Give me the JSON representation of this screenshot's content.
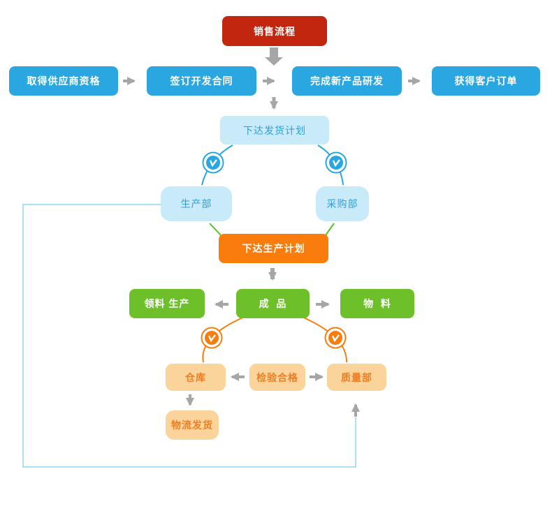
{
  "diagram": {
    "type": "flowchart",
    "language": "zh-CN",
    "background": "#ffffff"
  },
  "nodes": [
    {
      "id": "sales-process",
      "label": "销售流程",
      "style": "red"
    },
    {
      "id": "supplier-qualification",
      "label": "取得供应商资格",
      "style": "blue"
    },
    {
      "id": "development-contract",
      "label": "签订开发合同",
      "style": "blue"
    },
    {
      "id": "new-product-rd",
      "label": "完成新产品研发",
      "style": "blue"
    },
    {
      "id": "customer-order",
      "label": "获得客户订单",
      "style": "blue"
    },
    {
      "id": "shipping-plan",
      "label": "下达发货计划",
      "style": "lightblue"
    },
    {
      "id": "production-dept",
      "label": "生产部",
      "style": "lightblue"
    },
    {
      "id": "purchasing-dept",
      "label": "采购部",
      "style": "lightblue"
    },
    {
      "id": "production-plan",
      "label": "下达生产计划",
      "style": "orange"
    },
    {
      "id": "picking-production",
      "label": "领料 生产",
      "style": "green"
    },
    {
      "id": "finished-goods",
      "label": "成  品",
      "style": "green"
    },
    {
      "id": "materials",
      "label": "物  料",
      "style": "green"
    },
    {
      "id": "warehouse",
      "label": "仓库",
      "style": "tan"
    },
    {
      "id": "inspection-pass",
      "label": "检验合格",
      "style": "tan"
    },
    {
      "id": "quality-dept",
      "label": "质量部",
      "style": "tan"
    },
    {
      "id": "logistics-shipping",
      "label": "物流发货",
      "style": "tan"
    }
  ],
  "icons": [
    {
      "name": "clock-icon",
      "color": "#2AA7E0",
      "count": 2
    },
    {
      "name": "clock-icon",
      "color": "#F97C0C",
      "count": 2
    }
  ],
  "colors": {
    "node_red": "#C3260F",
    "node_blue": "#2AA7E0",
    "node_lightblue_fill": "#C8EAF9",
    "node_lightblue_text": "#2F9FD8",
    "node_orange": "#F97C0C",
    "node_green": "#6EC02B",
    "node_tan_fill": "#FAD49B",
    "node_tan_text": "#EE7E23",
    "arrow_gray": "#A6A6A6",
    "connector_blue": "#2AA7E0",
    "connector_orange": "#F97C0C",
    "connector_green": "#55C128",
    "feedback_loop_blue": "#ABDFF5"
  }
}
